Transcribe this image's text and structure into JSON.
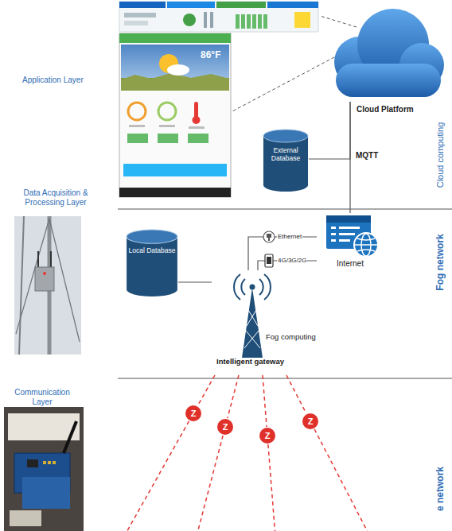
{
  "diagram": {
    "nodes": [
      {
        "text": [
          "Cloud Platform"
        ]
      },
      {
        "text": [
          "External Database"
        ]
      },
      {
        "text": [
          "Local Database"
        ]
      },
      {
        "text": [
          "Internet"
        ]
      },
      {
        "text": [
          "Fog computing",
          "Intelligent gateway"
        ]
      },
      {
        "text": [
          "Z"
        ]
      },
      {
        "text": [
          "Z"
        ]
      },
      {
        "text": [
          "Z"
        ]
      },
      {
        "text": [
          "Z"
        ]
      }
    ],
    "edges": [
      {
        "from": 1,
        "to": 0,
        "arrow": "none"
      },
      {
        "from": 3,
        "to": 0,
        "label": "MQTT",
        "arrow": "none"
      },
      {
        "from": 2,
        "to": 4,
        "arrow": "none"
      },
      {
        "from": 4,
        "to": 3,
        "label": "Ethernet",
        "arrow": "none"
      },
      {
        "from": 4,
        "to": 3,
        "label": "4G/3G/2G",
        "arrow": "none"
      },
      {
        "from": 4,
        "to": 5,
        "arrow": "none"
      },
      {
        "from": 4,
        "to": 6,
        "arrow": "none"
      },
      {
        "from": 4,
        "to": 7,
        "arrow": "none"
      },
      {
        "from": 4,
        "to": 8,
        "arrow": "none"
      }
    ],
    "labels": [
      "Application Layer",
      "86°F",
      "Cloud computing",
      "Data Acquisition & Processing Layer",
      "Fog network",
      "Communication Layer",
      "e network"
    ]
  }
}
